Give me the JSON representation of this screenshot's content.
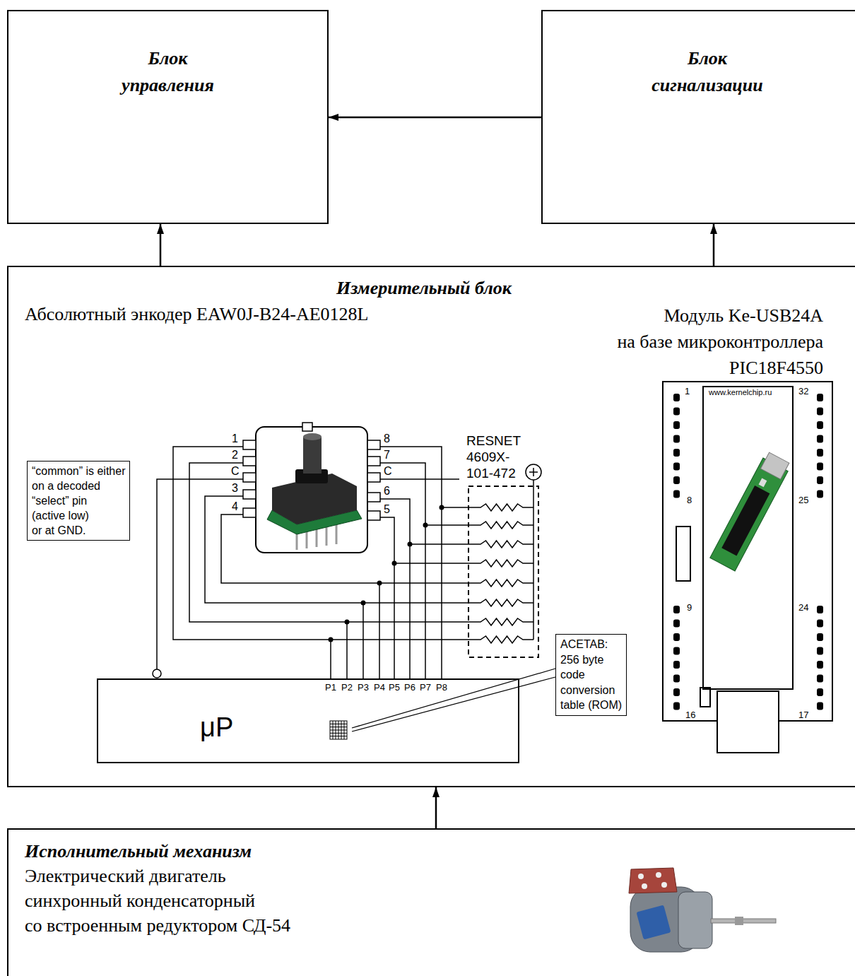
{
  "diagram": {
    "nodes": [
      {
        "text": [
          "Блок управления"
        ]
      },
      {
        "text": [
          "Блок сигнализации"
        ]
      },
      {
        "text": [
          "Измерительный блок",
          "Абсолютный энкодер EAW0J-B24-AE0128L",
          "Модуль Ke-USB24A на базе микроконтроллера PIC18F4550"
        ]
      },
      {
        "text": [
          "“common” is either on a decoded “select” pin (active low) or at GND."
        ],
        "in": 2
      },
      {
        "text": [
          "ACETAB: 256 byte code conversion table (ROM)"
        ],
        "in": 2
      },
      {
        "text": [
          "μP"
        ],
        "in": 2
      },
      {
        "text": [
          "Исполнительный механизм",
          "Электрический двигатель синхронный конденсаторный со встроенным редуктором СД-54"
        ]
      }
    ],
    "edges": [
      {
        "from": 1,
        "to": 0,
        "arrow": "to"
      },
      {
        "from": 2,
        "to": 0,
        "arrow": "to"
      },
      {
        "from": 2,
        "to": 1,
        "arrow": "to"
      },
      {
        "from": 6,
        "to": 2,
        "arrow": "to"
      }
    ],
    "labels": [
      "1",
      "2",
      "C",
      "3",
      "4",
      "8",
      "7",
      "C",
      "6",
      "5",
      "RESNET 4609X- 101-472",
      "P1",
      "P2",
      "P3",
      "P4",
      "P5",
      "P6",
      "P7",
      "P8",
      "1",
      "www.kernelchip.ru",
      "32",
      "8",
      "25",
      "9",
      "24",
      "16",
      "17"
    ]
  }
}
